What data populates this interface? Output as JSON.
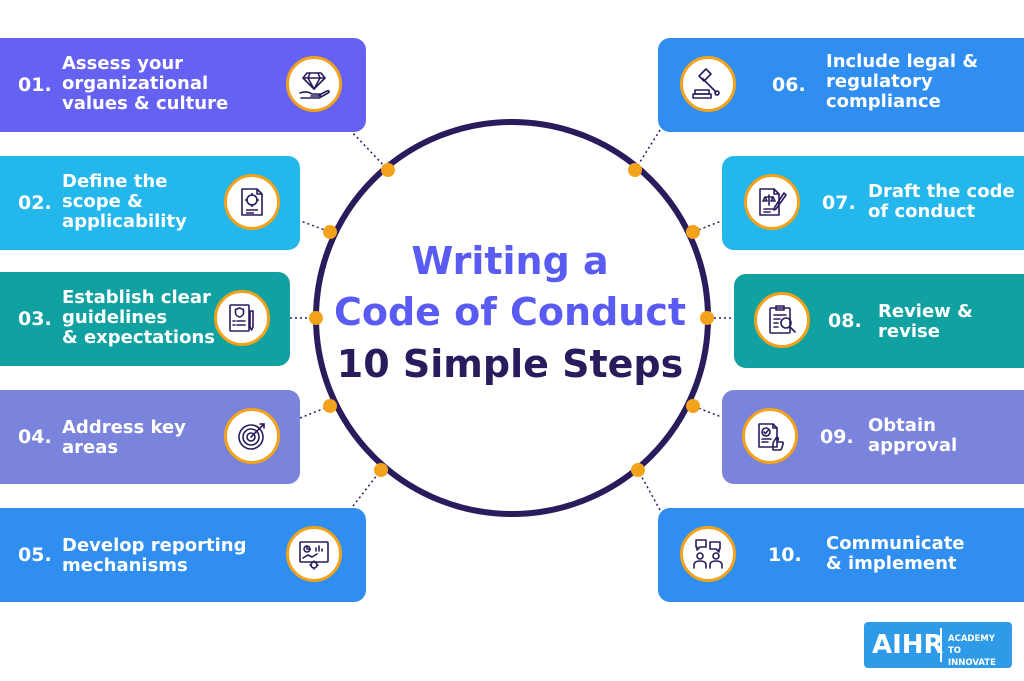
{
  "title": {
    "line1": "Writing a",
    "line2": "Code of Conduct",
    "line3": "10 Simple Steps"
  },
  "colors": {
    "title_primary": "#5A5BF2",
    "title_secondary": "#2A1B5C",
    "ring": "#2A1B5C",
    "dot": "#F2A31B",
    "icon_border": "#F2A31B",
    "icon_stroke": "#2A1B5C",
    "purple": "#6461F3",
    "cyan": "#23B7EC",
    "teal": "#11A1A1",
    "lavender": "#7A84DC",
    "blue": "#2F8EF0"
  },
  "steps": [
    {
      "number": "01.",
      "label": "Assess your\norganizational\nvalues & culture",
      "icon": "diamond-hand-icon",
      "color": "#6461F3"
    },
    {
      "number": "02.",
      "label": "Define the\nscope &\napplicability",
      "icon": "document-target-icon",
      "color": "#23B7EC"
    },
    {
      "number": "03.",
      "label": "Establish clear\nguidelines\n& expectations",
      "icon": "checklist-shield-icon",
      "color": "#11A1A1"
    },
    {
      "number": "04.",
      "label": "Address key\nareas",
      "icon": "target-arrow-icon",
      "color": "#7A84DC"
    },
    {
      "number": "05.",
      "label": "Develop reporting\nmechanisms",
      "icon": "dashboard-gear-icon",
      "color": "#2F8EF0"
    },
    {
      "number": "06.",
      "label": "Include legal &\nregulatory\ncompliance",
      "icon": "gavel-icon",
      "color": "#2F8EF0"
    },
    {
      "number": "07.",
      "label": "Draft the code\nof conduct",
      "icon": "contract-pen-icon",
      "color": "#23B7EC"
    },
    {
      "number": "08.",
      "label": "Review &\nrevise",
      "icon": "clipboard-magnifier-icon",
      "color": "#11A1A1"
    },
    {
      "number": "09.",
      "label": "Obtain\napproval",
      "icon": "approval-document-icon",
      "color": "#7A84DC"
    },
    {
      "number": "10.",
      "label": "Communicate\n& implement",
      "icon": "people-chat-icon",
      "color": "#2F8EF0"
    }
  ],
  "logo": {
    "main": "AIHR",
    "sub": "ACADEMY TO INNOVATE HR"
  }
}
